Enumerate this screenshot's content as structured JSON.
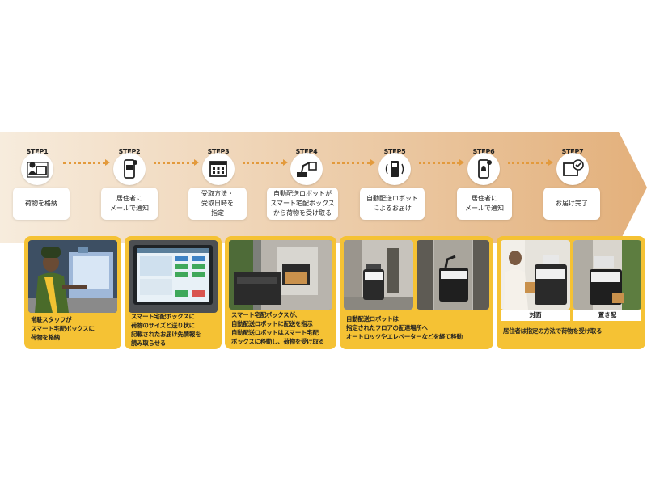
{
  "colors": {
    "band_light": "#f6e6d0",
    "band_dark": "#e7b98a",
    "dots": "#e39a3c",
    "card": "#f5c234",
    "icon_dark": "#222222"
  },
  "steps": [
    {
      "label": "STEP1",
      "icon": "person-box-icon",
      "text": "荷物を格納"
    },
    {
      "label": "STEP2",
      "icon": "phone-mail-icon",
      "text": "居住者に\nメールで通知"
    },
    {
      "label": "STEP3",
      "icon": "calendar-icon",
      "text": "受取方法・\n受取日時を\n指定"
    },
    {
      "label": "STEP4",
      "icon": "robot-arm-icon",
      "text": "自動配送ロボットが\nスマート宅配ボックス\nから荷物を受け取る"
    },
    {
      "label": "STEP5",
      "icon": "robot-signal-icon",
      "text": "自動配送ロボット\nによるお届け"
    },
    {
      "label": "STEP6",
      "icon": "phone-bell-icon",
      "text": "居住者に\nメールで通知"
    },
    {
      "label": "STEP7",
      "icon": "box-check-icon",
      "text": "お届け完了"
    }
  ],
  "cards": [
    {
      "caption": "常駐スタッフが\nスマート宅配ボックスに\n荷物を格納"
    },
    {
      "caption": "スマート宅配ボックスに\n荷物のサイズと送り状に\n記載されたお届け先情報を\n読み取らせる"
    },
    {
      "caption": "スマート宅配ボックスが、\n自動配送ロボットに配送を指示\n自動配送ロボットはスマート宅配\nボックスに移動し、荷物を受け取る"
    },
    {
      "caption": "自動配送ロボットは\n指定されたフロアの配達場所へ\nオートロックやエレベーターなどを経て移動"
    },
    {
      "caption": "居住者は指定の方法で荷物を受け取る",
      "sub_labels": [
        "対面",
        "置き配"
      ]
    }
  ]
}
